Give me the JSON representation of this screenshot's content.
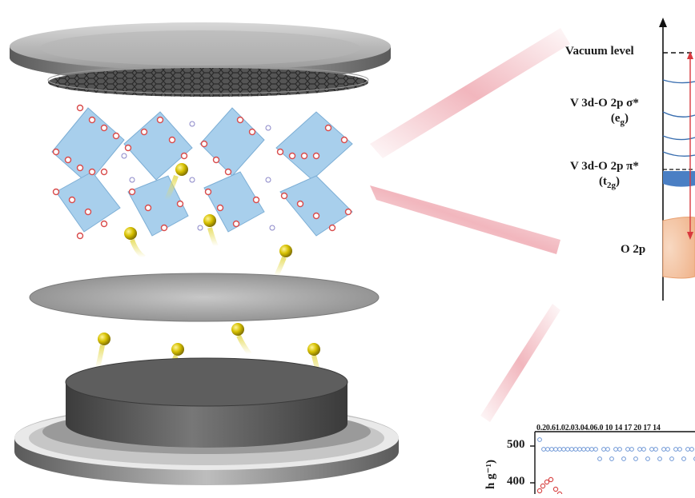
{
  "energy_diagram": {
    "levels": [
      {
        "id": "vacuum",
        "text": "Vacuum level",
        "italic_part": "",
        "paren": ""
      },
      {
        "id": "sigma",
        "text": "V 3d-O 2p σ*",
        "paren": "(e",
        "paren_sub": "g",
        "paren_end": ")"
      },
      {
        "id": "pi",
        "text": "V 3d-O 2p π*",
        "paren": "(t",
        "paren_sub": "2g",
        "paren_end": ")"
      },
      {
        "id": "o2p",
        "text": "O 2p"
      }
    ],
    "colors": {
      "sigma_lines": "#3a6fb0",
      "pi_band": "#4a7fc4",
      "o2p_band": "#f3c7a8",
      "arrow": "#d9393e"
    }
  },
  "capacity_chart": {
    "rate_labels": "0.20.61.02.03.04.06.0 10 14 17 20 17 14",
    "y_axis_label": "h g⁻¹)",
    "y_ticks": [
      "500",
      "400"
    ],
    "series_colors": {
      "discharge": "#6e97d6",
      "charge": "#d94a4a"
    }
  },
  "battery_assembly": {
    "components": [
      "top-cap",
      "graphene-mesh",
      "cathode-crystal-structure",
      "separator",
      "anode-base"
    ],
    "ion_color": "#c9b300"
  }
}
